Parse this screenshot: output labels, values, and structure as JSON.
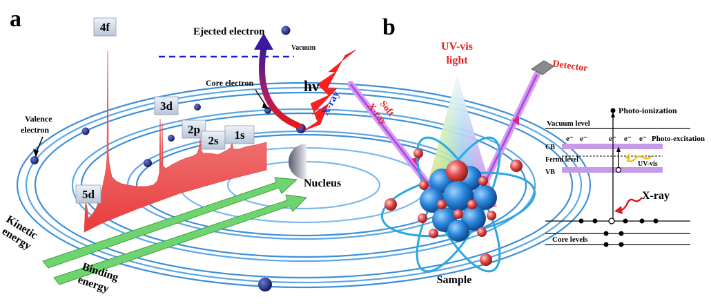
{
  "panel_a": {
    "letter": "a",
    "ejected_electron": "Ejected electron",
    "vacuum": "Vacuum",
    "photon": "hν",
    "xray": "X-ray",
    "core_electron": "Core electron",
    "valence_electron_line1": "Valence",
    "valence_electron_line2": "electron",
    "nucleus": "Nucleus",
    "kinetic_line1": "Kinetic",
    "kinetic_line2": "energy",
    "binding_line1": "Binding",
    "binding_line2": "energy",
    "levels": {
      "l4f": "4f",
      "l3d": "3d",
      "l2p": "2p",
      "l2s": "2s",
      "l1s": "1s",
      "l5d": "5d"
    }
  },
  "panel_b": {
    "letter": "b",
    "uvvis_line1": "UV-vis",
    "uvvis_line2": "light",
    "soft_line1": "Soft",
    "soft_line2": "X-ray",
    "detector": "Detector",
    "sample": "Sample",
    "photo_ionization": "Photo-ionization",
    "vacuum_level": "Vacuum level",
    "cb": "CB",
    "photo_excitation": "Photo-excitation",
    "fermi_level": "Fermi level",
    "uv_vis": "UV-vis",
    "vb": "VB",
    "xray": "X-ray",
    "core_levels": "Core levels",
    "electron_symbol": "e⁻"
  },
  "colors": {
    "orbit": "#3a8fd8",
    "spectrum": "#f06060",
    "arrow_green": "#6fd36f",
    "electron": "#1d2a7a",
    "xray_label": "#1a33cc",
    "red_label": "#e32020",
    "band": "#c79ae8",
    "atom_blue": "#1f7fd6",
    "atom_red": "#e34848"
  }
}
